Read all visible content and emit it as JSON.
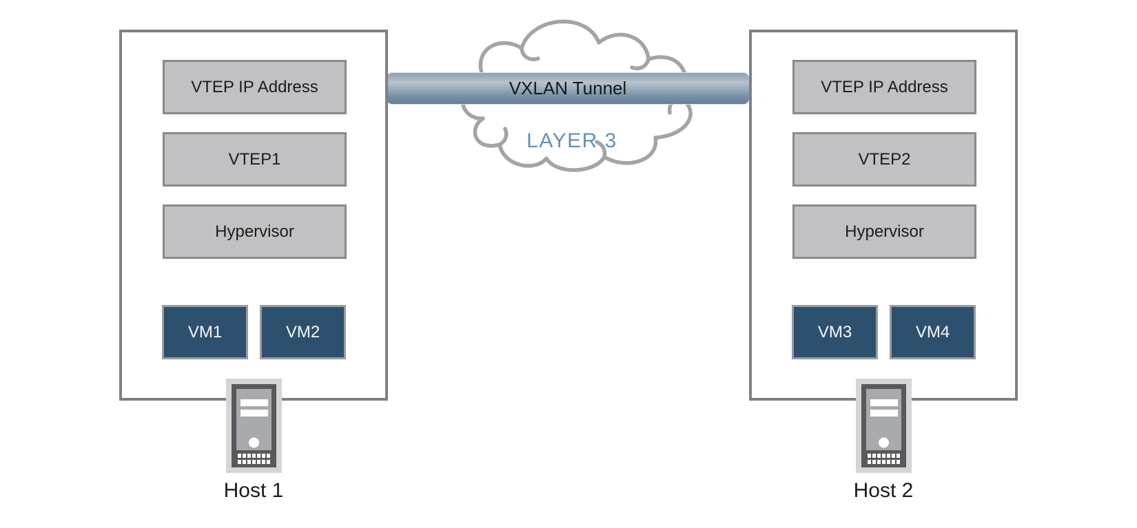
{
  "hosts": [
    {
      "label": "Host 1",
      "layers": [
        "VTEP IP Address",
        "VTEP1",
        "Hypervisor"
      ],
      "vms": [
        "VM1",
        "VM2"
      ]
    },
    {
      "label": "Host 2",
      "layers": [
        "VTEP IP Address",
        "VTEP2",
        "Hypervisor"
      ],
      "vms": [
        "VM3",
        "VM4"
      ]
    }
  ],
  "tunnel": {
    "label": "VXLAN Tunnel"
  },
  "network": {
    "label": "LAYER 3"
  },
  "colors": {
    "vm_fill": "#2e506f",
    "panel_fill": "#c1c1c4",
    "panel_border": "#898a8c",
    "host_border": "#7f8083",
    "cloud_stroke": "#a4a4a7",
    "layer3_text": "#6591b4",
    "tunnel_light": "#b7c2cc",
    "tunnel_dark": "#64809b",
    "label_text": "#1c1c1e"
  }
}
